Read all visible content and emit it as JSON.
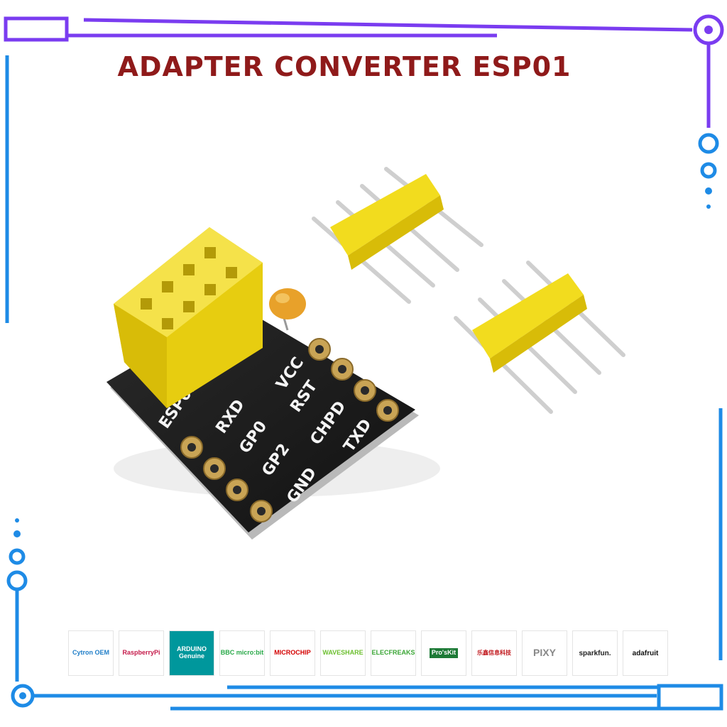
{
  "title": "ADAPTER CONVERTER ESP01",
  "colors": {
    "title": "#8f1a1a",
    "frame": "#7a3cf0",
    "frame_alt": "#1e8be6",
    "pcb": "#1b1b1b",
    "header": "#f2dc1e",
    "pads": "#c9a455"
  },
  "board": {
    "silkscreen": [
      "ESP01 By eek ou",
      "VCC",
      "RXD",
      "GP0",
      "GP2",
      "GND",
      "RST",
      "CHPD",
      "TXD"
    ]
  },
  "brands": [
    {
      "name": "Cytron OEM",
      "icon": "cytron-logo"
    },
    {
      "name": "RaspberryPi",
      "icon": "raspberry-logo"
    },
    {
      "name": "ARDUINO Genuine",
      "icon": "arduino-logo"
    },
    {
      "name": "BBC micro:bit",
      "icon": "microbit-logo"
    },
    {
      "name": "MICROCHIP",
      "icon": "microchip-logo"
    },
    {
      "name": "WAVESHARE",
      "icon": "waveshare-logo"
    },
    {
      "name": "ELECFREAKS",
      "icon": "elecfreaks-logo"
    },
    {
      "name": "Pro'sKit",
      "icon": "proskit-logo"
    },
    {
      "name": "乐鑫信息科技",
      "icon": "espressif-logo"
    },
    {
      "name": "PIXY",
      "icon": "pixy-logo"
    },
    {
      "name": "sparkfun.",
      "icon": "sparkfun-logo"
    },
    {
      "name": "adafruit",
      "icon": "adafruit-logo"
    }
  ]
}
